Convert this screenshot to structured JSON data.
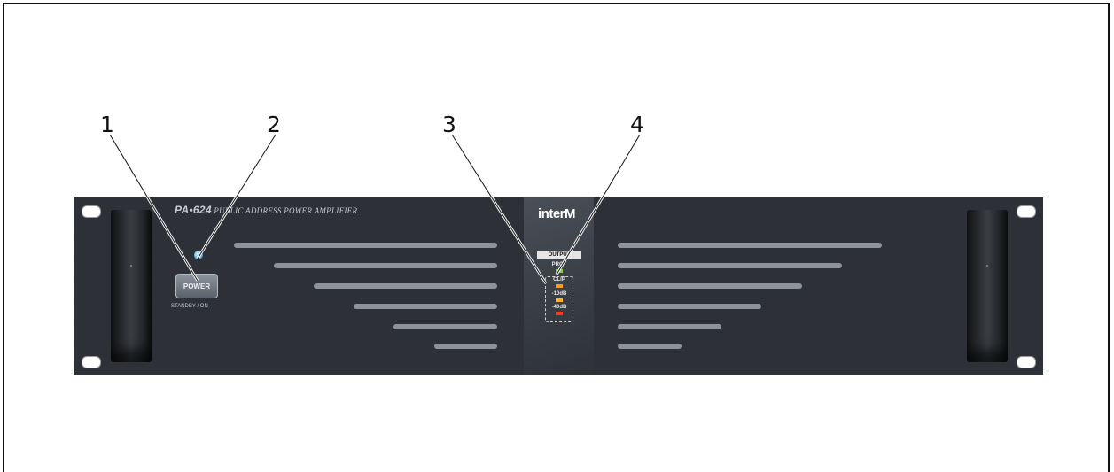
{
  "callouts": [
    {
      "label": "1"
    },
    {
      "label": "2"
    },
    {
      "label": "3"
    },
    {
      "label": "4"
    }
  ],
  "panel": {
    "model_number": "PA•624",
    "model_desc": "PUBLIC ADDRESS POWER AMPLIFIER",
    "power_button_label": "POWER",
    "power_switch_caption": "STANDBY / ON",
    "brand_logo": "interM",
    "output_label": "OUTPUT",
    "indicators": [
      {
        "label": "PROT",
        "color": "#7ed33a"
      },
      {
        "label": "CLIP",
        "color": "#ff9a1f"
      },
      {
        "label": "-10dB",
        "color": "#ffb02a"
      },
      {
        "label": "-40dB",
        "color": "#ff3a1a"
      }
    ]
  },
  "colors": {
    "panel_bg": "#2f3339",
    "power_led": "#5fb6e6",
    "vent_slot": "#8e9399"
  }
}
